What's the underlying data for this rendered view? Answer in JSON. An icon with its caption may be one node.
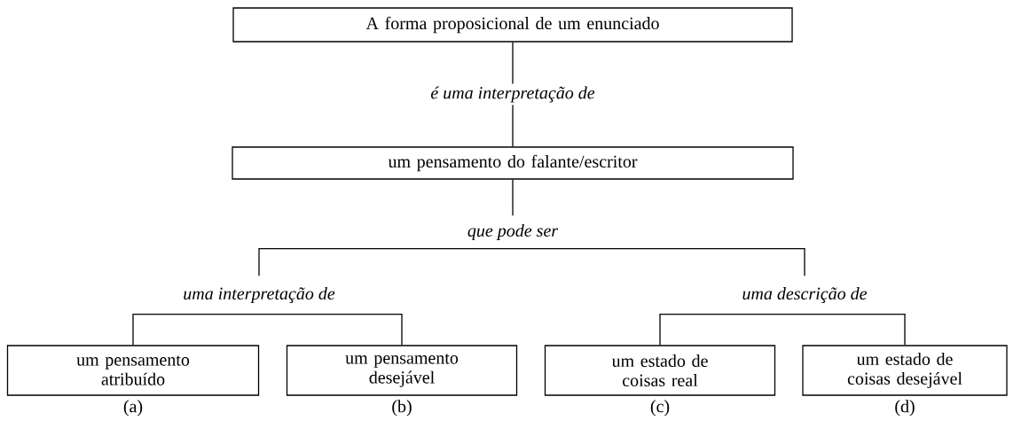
{
  "diagram": {
    "nodes": [
      {
        "text": [
          "A forma proposicional de um enunciado"
        ]
      },
      {
        "text": [
          "um pensamento do falante/escritor"
        ]
      },
      {
        "text": [
          "que pode ser"
        ]
      },
      {
        "text": [
          "uma interpretação de"
        ]
      },
      {
        "text": [
          "uma descrição de"
        ]
      },
      {
        "text": [
          "um pensamento atribuído"
        ],
        "beside": [
          "(a)"
        ]
      },
      {
        "text": [
          "um pensamento desejável"
        ],
        "beside": [
          "(b)"
        ]
      },
      {
        "text": [
          "um estado de coisas real"
        ],
        "beside": [
          "(c)"
        ]
      },
      {
        "text": [
          "um estado de coisas desejável"
        ],
        "beside": [
          "(d)"
        ]
      }
    ],
    "edges": [
      {
        "from": 0,
        "to": 1,
        "arrow": "none",
        "label": "é uma interpretação de"
      },
      {
        "from": 1,
        "to": 2,
        "arrow": "none"
      },
      {
        "from": 2,
        "to": 3,
        "arrow": "none"
      },
      {
        "from": 2,
        "to": 4,
        "arrow": "none"
      },
      {
        "from": 3,
        "to": 5,
        "arrow": "none"
      },
      {
        "from": 3,
        "to": 6,
        "arrow": "none"
      },
      {
        "from": 4,
        "to": 7,
        "arrow": "none"
      },
      {
        "from": 4,
        "to": 8,
        "arrow": "none"
      }
    ]
  }
}
